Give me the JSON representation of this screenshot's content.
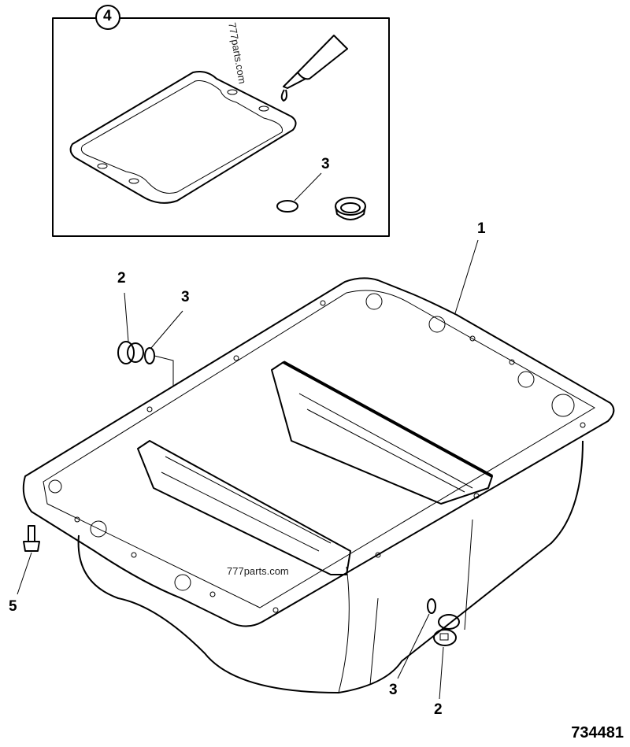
{
  "kit_callout": "4",
  "watermark_top": "777parts.com",
  "watermark_main": "777parts.com",
  "callouts": {
    "kit_oring": "3",
    "oil_pan": "1",
    "plug_left": "2",
    "oring_left": "3",
    "bolt": "5",
    "oring_bottom": "3",
    "plug_bottom": "2"
  },
  "reference_number": "734481"
}
